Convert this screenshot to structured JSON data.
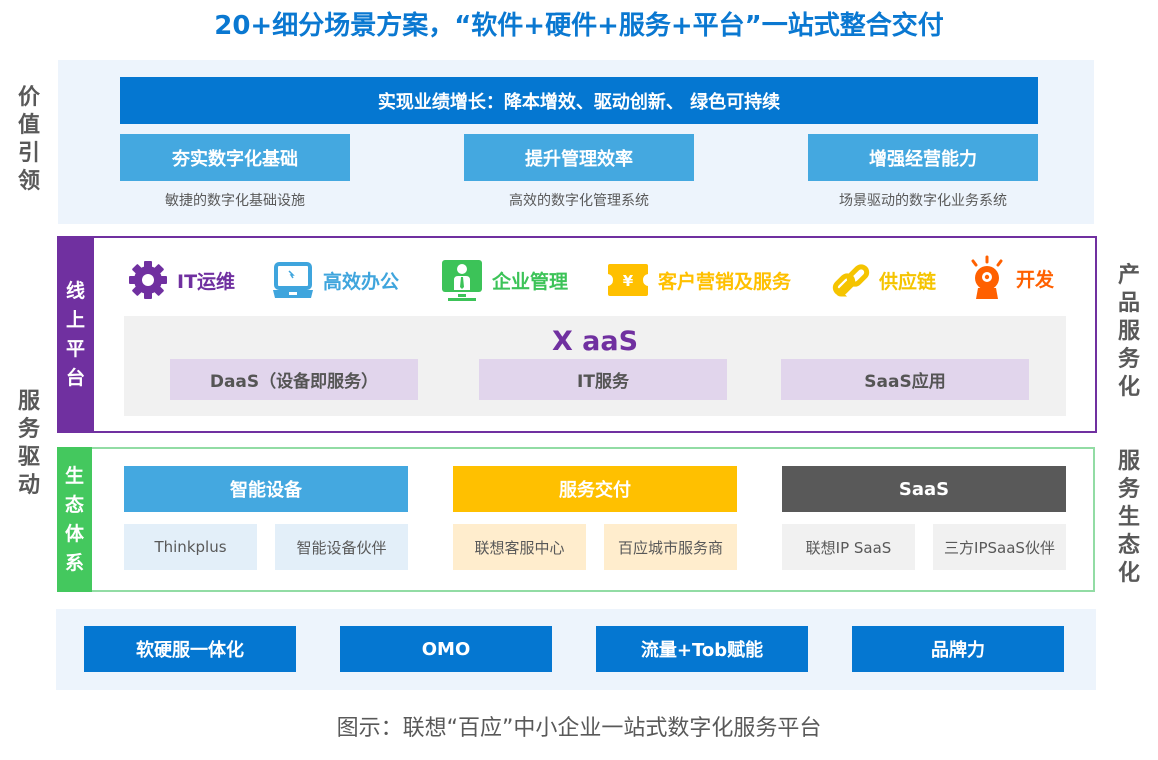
{
  "title": "20+细分场景方案，“软件+硬件+服务+平台”一站式整合交付",
  "left_labels": {
    "value": [
      "价",
      "值",
      "引",
      "领"
    ],
    "service": [
      "服",
      "务",
      "驱",
      "动"
    ]
  },
  "right_labels": {
    "product": [
      "产",
      "品",
      "服",
      "务",
      "化"
    ],
    "ecosystem": [
      "服",
      "务",
      "生",
      "态",
      "化"
    ]
  },
  "value_section": {
    "banner": "实现业绩增长：降本增效、驱动创新、 绿色可持续",
    "pillars": [
      {
        "label": "夯实数字化基础",
        "desc": "敏捷的数字化基础设施"
      },
      {
        "label": "提升管理效率",
        "desc": "高效的数字化管理系统"
      },
      {
        "label": "增强经营能力",
        "desc": "场景驱动的数字化业务系统"
      }
    ]
  },
  "platform_section": {
    "tag": [
      "线",
      "上",
      "平",
      "台"
    ],
    "scenes": [
      {
        "icon": "gear-icon",
        "label": "IT运维",
        "color": "#7030a0"
      },
      {
        "icon": "laptop-icon",
        "label": "高效办公",
        "color": "#3fa5dd"
      },
      {
        "icon": "manager-icon",
        "label": "企业管理",
        "color": "#3cc358"
      },
      {
        "icon": "ticket-yuan-icon",
        "label": "客户营销及服务",
        "color": "#ffc000"
      },
      {
        "icon": "link-chain-icon",
        "label": "供应链",
        "color": "#f5c400"
      },
      {
        "icon": "webcam-icon",
        "label": "开发",
        "color": "#ff6000"
      }
    ],
    "xaas_title": "X aaS",
    "xaas_items": [
      "DaaS（设备即服务）",
      "IT服务",
      "SaaS应用"
    ]
  },
  "ecosystem_section": {
    "tag": [
      "生",
      "态",
      "体",
      "系"
    ],
    "groups": [
      {
        "label": "智能设备",
        "color": "#44a8e0",
        "sub_bg": "#e3eff9",
        "items": [
          "Thinkplus",
          "智能设备伙伴"
        ]
      },
      {
        "label": "服务交付",
        "color": "#ffc000",
        "sub_bg": "#ffedcd",
        "items": [
          "联想客服中心",
          "百应城市服务商"
        ]
      },
      {
        "label": "SaaS",
        "color": "#595959",
        "sub_bg": "#f1f1f1",
        "items": [
          "联想IP SaaS",
          "三方IPSaaS伙伴"
        ]
      }
    ]
  },
  "bottom_section": {
    "items": [
      "软硬服一体化",
      "OMO",
      "流量+Tob赋能",
      "品牌力"
    ]
  },
  "caption": "图示：联想“百应”中小企业一站式数字化服务平台"
}
